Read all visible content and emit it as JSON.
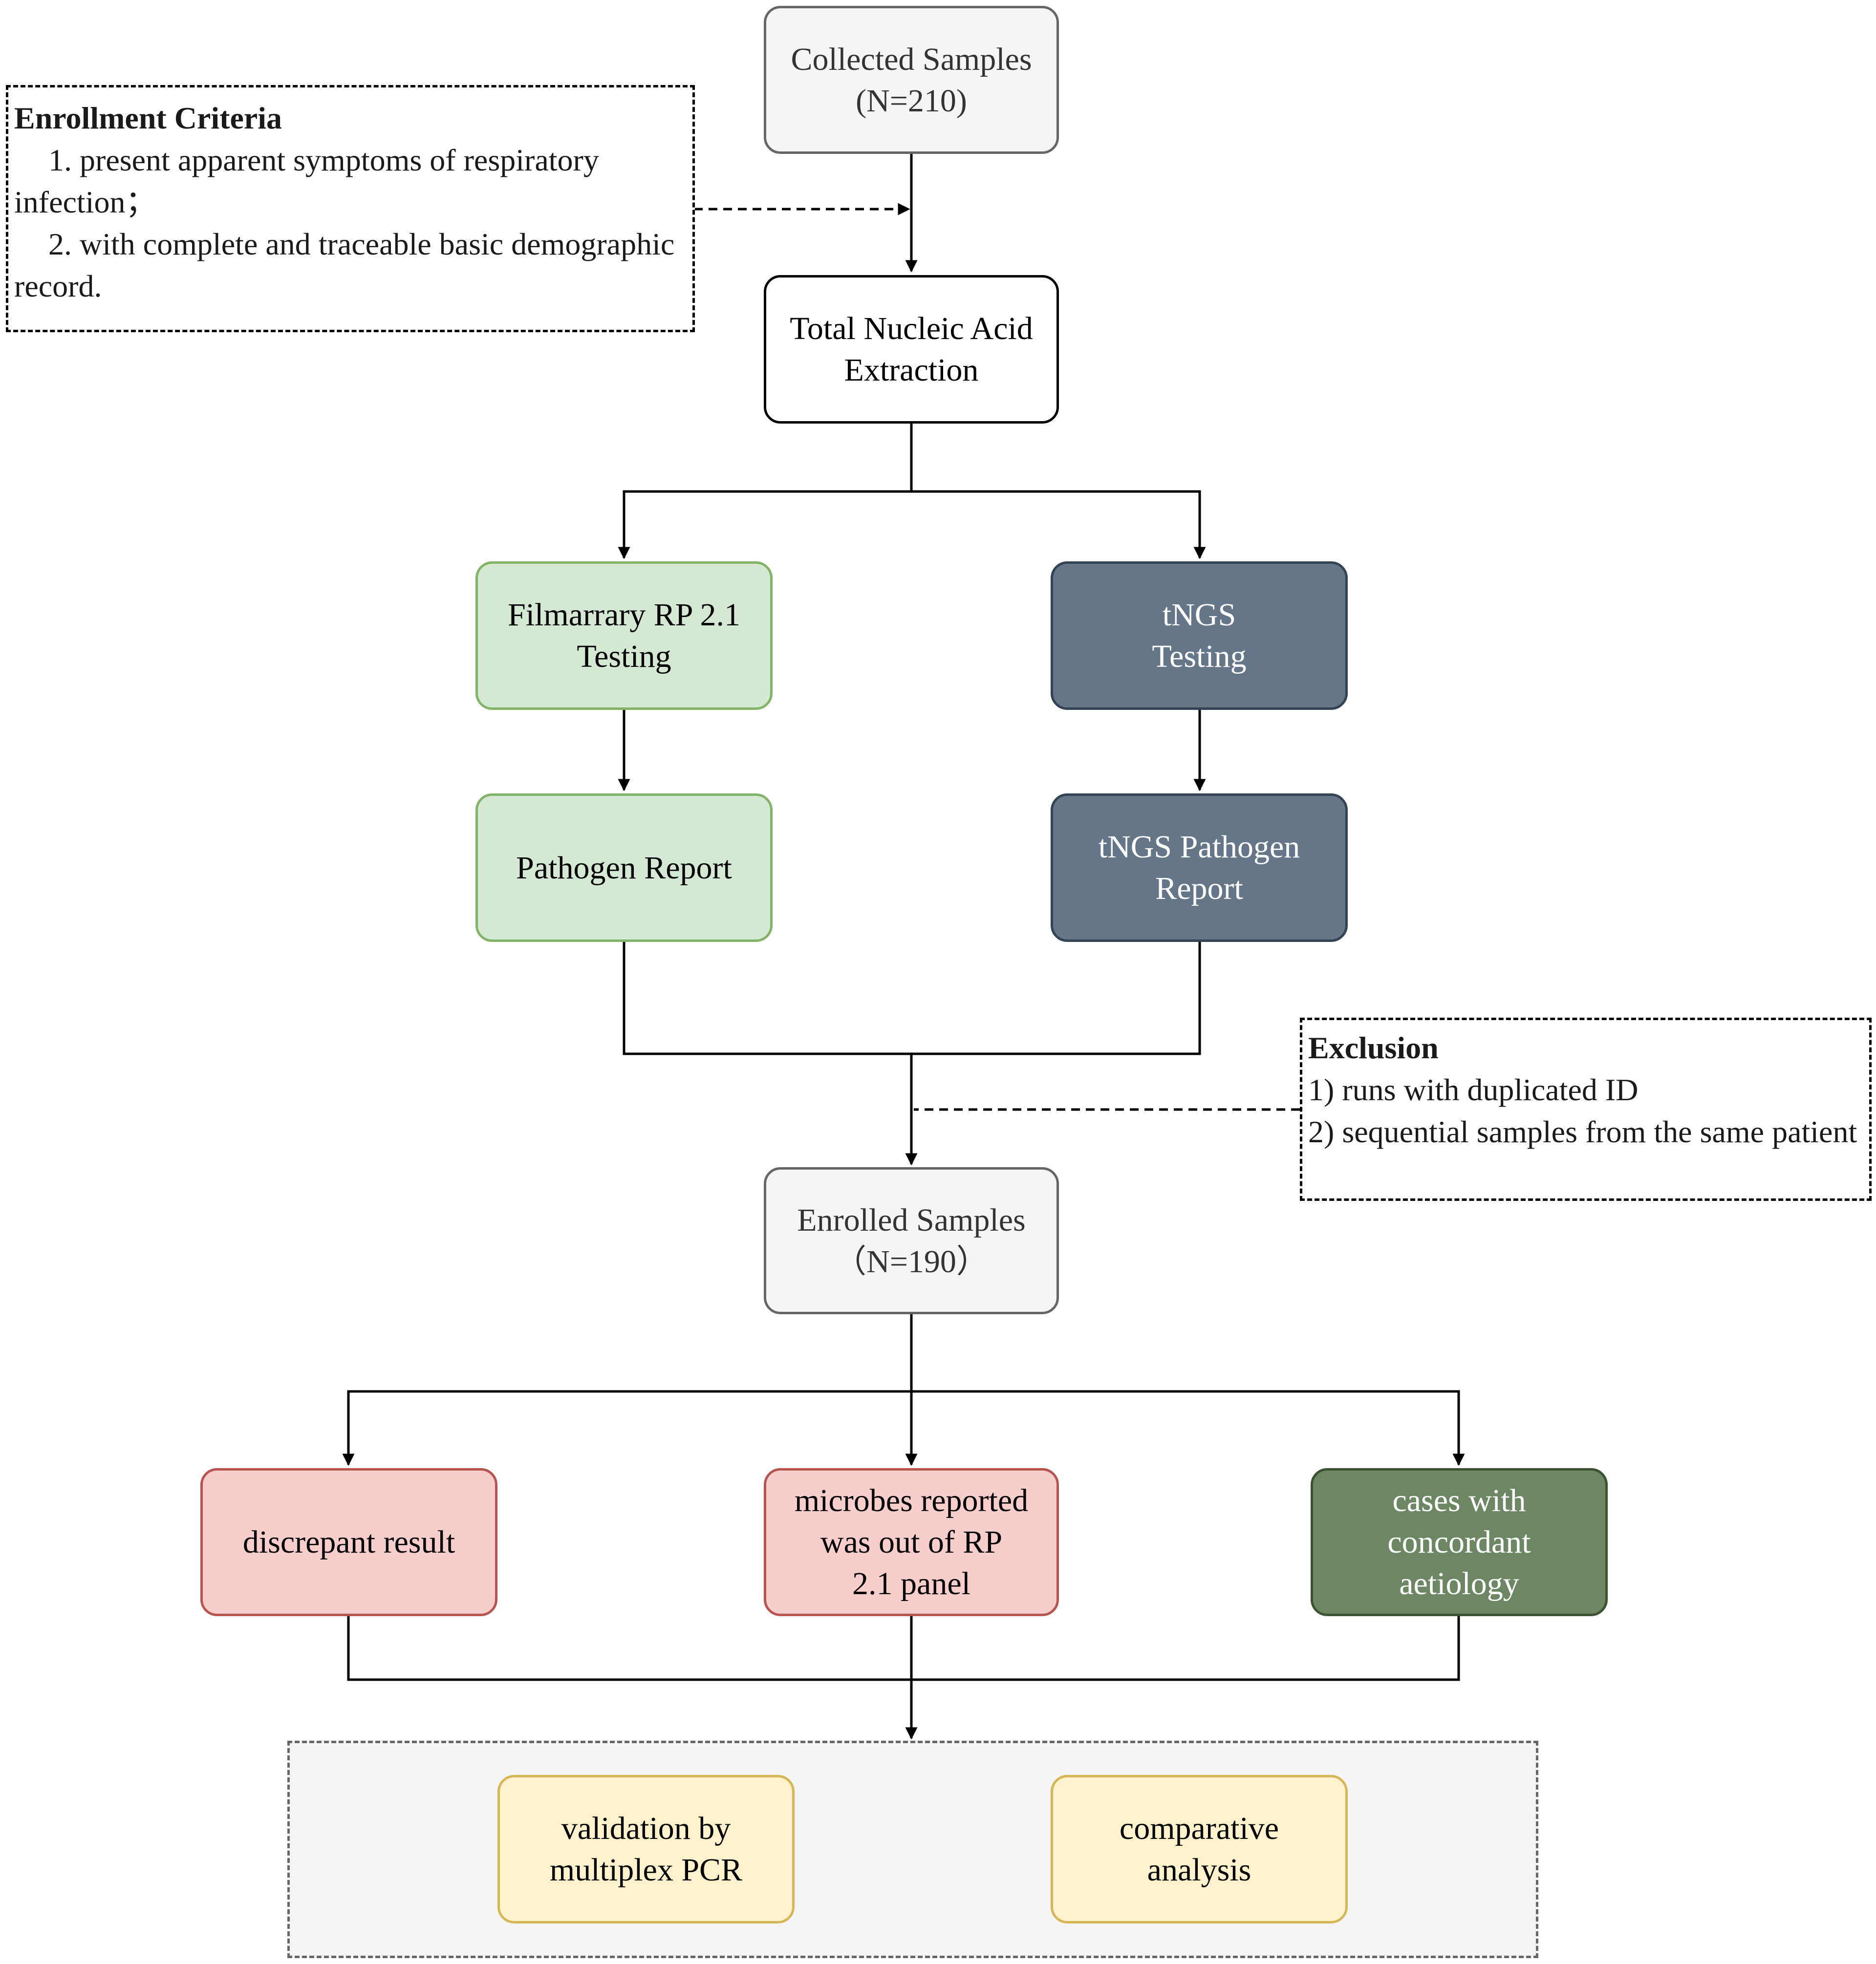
{
  "nodes": {
    "collected": [
      "Collected Samples",
      "(N=210)"
    ],
    "extraction": [
      "Total Nucleic Acid",
      "Extraction"
    ],
    "filmarray": [
      "Filmarrary RP 2.1",
      "Testing"
    ],
    "tngs": [
      "tNGS",
      "Testing"
    ],
    "pathogen_report": [
      "Pathogen Report"
    ],
    "tngs_report": [
      "tNGS Pathogen",
      "Report"
    ],
    "enrolled": [
      "Enrolled Samples",
      "（N=190）"
    ],
    "discrepant": [
      "discrepant result"
    ],
    "out_of_panel": [
      "microbes reported",
      "was out of RP",
      "2.1 panel"
    ],
    "concordant": [
      "cases with",
      "concordant",
      "aetiology"
    ],
    "validation": [
      "validation by",
      "multiplex PCR"
    ],
    "comparative": [
      "comparative",
      "analysis"
    ]
  },
  "enrollment_criteria": {
    "title": "Enrollment Criteria",
    "lines": [
      "1. present apparent symptoms of respiratory infection；",
      "2. with complete and traceable basic demographic record."
    ]
  },
  "exclusion": {
    "title": "Exclusion",
    "lines": [
      "1) runs with duplicated ID",
      "2) sequential samples from the same patient"
    ]
  },
  "colors": {
    "grey": "#f5f5f5",
    "green": "#d5e8d4",
    "slate": "#647687",
    "pink": "#f8cecc",
    "olive": "#6d8764",
    "yellow": "#fff2cc"
  }
}
